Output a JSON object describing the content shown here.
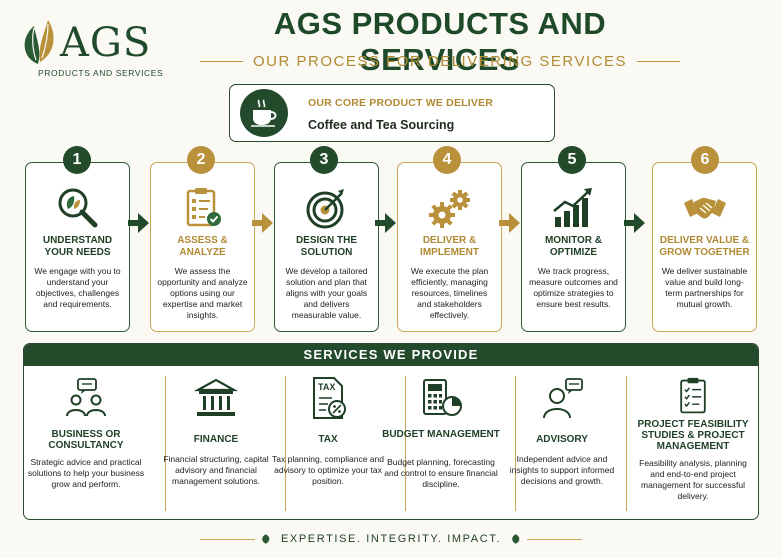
{
  "brand": {
    "logo_text": "AGS",
    "tagline": "PRODUCTS AND SERVICES",
    "colors": {
      "green": "#244a2c",
      "gold": "#b8913a"
    }
  },
  "header": {
    "title": "AGS PRODUCTS AND SERVICES",
    "subtitle": "OUR PROCESS FOR DELIVERING SERVICES"
  },
  "core_product": {
    "label": "OUR CORE PRODUCT WE DELIVER",
    "value": "Coffee and Tea Sourcing",
    "icon": "coffee-cup-icon"
  },
  "process_steps": [
    {
      "number": "1",
      "title": "UNDERSTAND YOUR NEEDS",
      "description": "We engage with you to understand your objectives, challenges and requirements.",
      "icon": "magnifier-leaf-icon",
      "accent": "green"
    },
    {
      "number": "2",
      "title": "ASSESS & ANALYZE",
      "description": "We assess the opportunity and analyze options using our expertise and market insights.",
      "icon": "clipboard-check-icon",
      "accent": "gold"
    },
    {
      "number": "3",
      "title": "DESIGN THE SOLUTION",
      "description": "We develop a tailored solution and plan that aligns with your goals and delivers measurable value.",
      "icon": "target-icon",
      "accent": "green"
    },
    {
      "number": "4",
      "title": "DELIVER & IMPLEMENT",
      "description": "We execute the plan efficiently, managing resources, timelines and stakeholders effectively.",
      "icon": "gears-icon",
      "accent": "gold"
    },
    {
      "number": "5",
      "title": "MONITOR & OPTIMIZE",
      "description": "We track progress, measure outcomes and optimize strategies to ensure best results.",
      "icon": "growth-chart-icon",
      "accent": "green"
    },
    {
      "number": "6",
      "title": "DELIVER VALUE & GROW TOGETHER",
      "description": "We deliver sustainable value and build long-term partnerships for mutual growth.",
      "icon": "handshake-icon",
      "accent": "gold"
    }
  ],
  "services": {
    "heading": "SERVICES WE PROVIDE",
    "items": [
      {
        "title": "BUSINESS OR CONSULTANCY",
        "description": "Strategic advice and practical solutions to help your business grow and perform.",
        "icon": "consulting-people-icon"
      },
      {
        "title": "FINANCE",
        "description": "Financial structuring, capital advisory and financial management solutions.",
        "icon": "bank-icon"
      },
      {
        "title": "TAX",
        "description": "Tax planning, compliance and advisory to optimize your tax position.",
        "icon": "tax-document-icon",
        "icon_text": "TAX"
      },
      {
        "title": "BUDGET MANAGEMENT",
        "description": "Budget planning, forecasting and control to ensure financial discipline.",
        "icon": "calculator-chart-icon"
      },
      {
        "title": "ADVISORY",
        "description": "Independent advice and insights to support informed decisions and growth.",
        "icon": "advisor-speech-icon"
      },
      {
        "title": "PROJECT FEASIBILITY STUDIES & PROJECT MANAGEMENT",
        "description": "Feasibility analysis, planning and end-to-end project management for successful delivery.",
        "icon": "checklist-icon"
      }
    ]
  },
  "footer": {
    "motto": "EXPERTISE. INTEGRITY. IMPACT."
  }
}
